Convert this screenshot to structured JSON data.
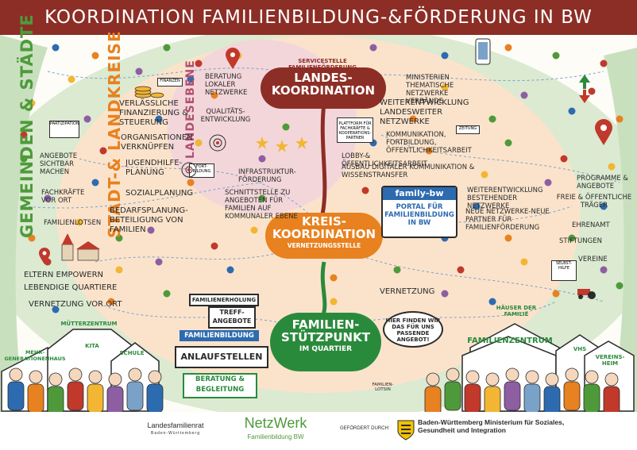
{
  "title": "KOORDINATION FAMILIENBILDUNG-&FÖRDERUNG IN BW",
  "levels": {
    "municipal": "GEMEINDEN & STÄDTE",
    "district": "STADT-& LANDKREISE",
    "state": "LANDESEBENE"
  },
  "hubs": {
    "state": {
      "title": "LANDES-KOORDINATION",
      "subtitle": "SERVICESTELLE FAMILIENFÖRDERUNG"
    },
    "district": {
      "title": "KREIS-KOORDINATION",
      "subtitle": "VERNETZUNGSSTELLE"
    },
    "family": {
      "title": "FAMILIEN-STÜTZPUNKT",
      "subtitle": "IM QUARTIER"
    }
  },
  "state_items": [
    "BERATUNG LOKALER NETZWERKE",
    "QUALITÄTS-ENTWICKLUNG",
    "INFRASTRUKTUR-FÖRDERUNG",
    "SCHNITTSTELLE ZU ANGEBOTEN FÜR FAMILIEN AUF KOMMUNALER EBENE",
    "FORT-BILDUNG"
  ],
  "district_items": [
    "VERLÄSSLICHE FINANZIERUNG & STEUERUNG",
    "ORGANISATIONEN VERKNÜPFEN",
    "JUGENDHILFE-PLANUNG",
    "SOZIALPLANUNG",
    "BEDARFSPLANUNG-BETEILIGUNG VON FAMILIEN",
    "FINANZEN"
  ],
  "municipal_items": [
    "ANGEBOTE SICHTBAR MACHEN",
    "FACHKRÄFTE VOR ORT",
    "FAMILIENLOTSEN",
    "ELTERN EMPOWERN",
    "LEBENDIGE QUARTIERE",
    "VERNETZUNG VOR ORT",
    "PARTIZIPATION"
  ],
  "right_state_items": [
    "MINISTERIEN THEMATISCHE NETZWERKE VERBÄNDE",
    "WEITERENTWICKLUNG LANDESWEITER NETZWERKE",
    "KOMMUNIKATION, FORTBILDUNG, ÖFFENTLICHKEITSARBEIT",
    "LOBBY-& ÖFFENTLICHKEITSARBEIT",
    "AUSBAU DIGITALER KOMMUNIKATION & WISSENSTRANSFER",
    "PLATTFORM FÜR FACHKRÄFTE & KOOPERATIONS-PARTNER",
    "ZEITUNG"
  ],
  "portal": {
    "brand": "family-bw",
    "caption": "PORTAL FÜR FAMILIENBILDUNG IN BW"
  },
  "right_district_items": [
    "WEITERENTWICKLUNG BESTEHENDER NETZWERKE",
    "NEUE NETZWERKE-NEUE PARTNER FÜR FAMILIENFÖRDERUNG",
    "VERNETZUNG"
  ],
  "right_municipal_items": [
    "PROGRAMME & ANGEBOTE",
    "FREIE & ÖFFENTLICHE TRÄGER",
    "EHRENAMT",
    "STIFTUNGEN",
    "VEREINE",
    "SELBST-HILFE"
  ],
  "signs": [
    "FAMILIENERHOLUNG",
    "TREFF-ANGEBOTE",
    "FAMILIENBILDUNG",
    "ANLAUFSTELLEN",
    "BERATUNG & BEGLEITUNG"
  ],
  "bubble": "HIER FINDEN WIR DAS FÜR UNS PASSENDE ANGEBOT!",
  "houses": [
    "MÜTTERZENTRUM",
    "MEHR-GENERATIONENHAUS",
    "KITA",
    "SCHULE",
    "HÄUSER DER FAMILIE",
    "FAMILIENZENTRUM",
    "VHS",
    "VEREINS-HEIM",
    "FAMILIEN-LOTSIN"
  ],
  "footer": {
    "landesfamilienrat": "Landesfamilienrat",
    "landesfamilienrat_sub": "Baden-Württemberg",
    "netzwerk": "NetzWerk",
    "netzwerk_sub": "Familienbildung BW",
    "funded": "GEFÖRDERT DURCH:",
    "ministry": "Baden-Württemberg Ministerium für Soziales, Gesundheit und Integration"
  },
  "palette": {
    "title_bar": "#8c2e26",
    "state_hub": "#8c2e26",
    "district_hub": "#e8811f",
    "family_hub": "#2a8a3c",
    "portal_blue": "#2d6bb0",
    "municipal_zone": "#dbead1",
    "district_zone": "#fbe3cb",
    "state_zone": "#f3d6da"
  }
}
